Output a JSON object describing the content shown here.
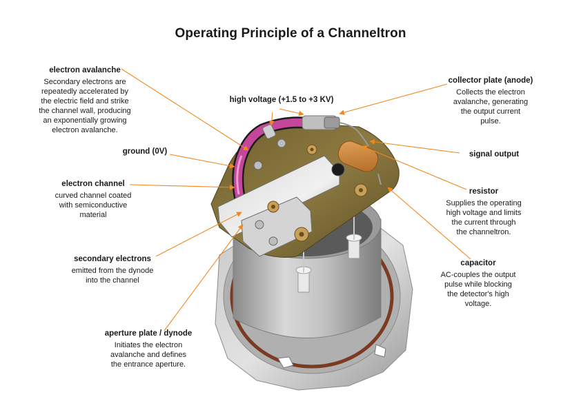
{
  "title": "Operating Principle of a Channeltron",
  "labels": {
    "electron_avalanche": {
      "heading": "electron avalanche",
      "lines": [
        "Secondary electrons are",
        "repeatedly accelerated by",
        "the electric field and strike",
        "the channel wall, producing",
        "an exponentially growing",
        "electron avalanche."
      ]
    },
    "high_voltage": {
      "heading": "high voltage (+1.5 to +3 KV)",
      "lines": []
    },
    "collector_plate": {
      "heading": "collector plate (anode)",
      "lines": [
        "Collects the electron",
        "avalanche, generating",
        "the output current",
        "pulse."
      ]
    },
    "ground": {
      "heading": "ground (0V)",
      "lines": []
    },
    "signal_output": {
      "heading": "signal output",
      "lines": []
    },
    "electron_channel": {
      "heading": "electron channel",
      "lines": [
        "curved channel coated",
        "with semiconductive",
        "material"
      ]
    },
    "resistor": {
      "heading": "resistor",
      "lines": [
        "Supplies the operating",
        "high voltage and limits",
        "the current through",
        "the channeltron."
      ]
    },
    "secondary_electrons": {
      "heading": "secondary electrons",
      "lines": [
        "emitted from the dynode",
        "into the channel"
      ]
    },
    "capacitor": {
      "heading": "capacitor",
      "lines": [
        "AC-couples the output",
        "pulse while blocking",
        "the detector's high",
        "voltage."
      ]
    },
    "aperture_plate": {
      "heading": "aperture plate / dynode",
      "lines": [
        "Initiates the electron",
        "avalanche and defines",
        "the entrance aperture."
      ]
    }
  },
  "colors": {
    "leader": "#f0881e",
    "text": "#1a1a1a",
    "pcb": "#7d6a35",
    "metal": "#b9b9b9",
    "channel": "#c5479c",
    "capacitor": "#d08a3e"
  }
}
